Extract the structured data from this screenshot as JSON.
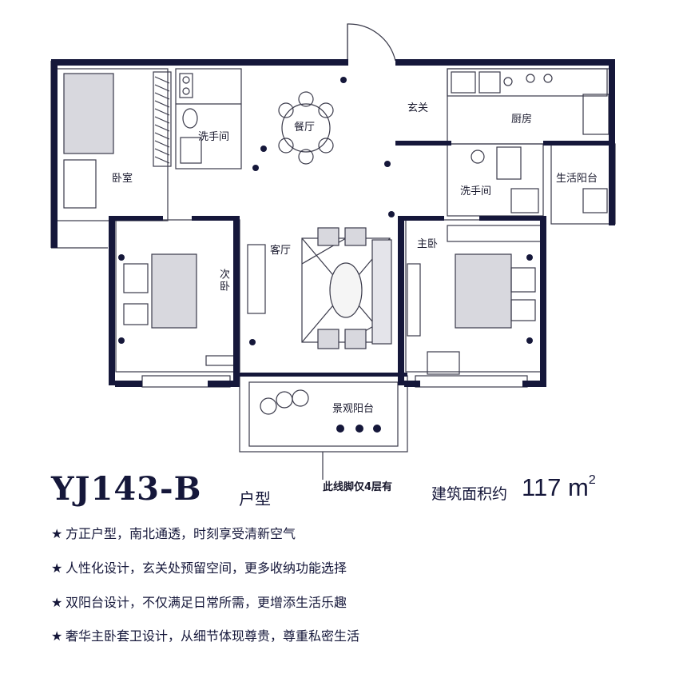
{
  "rooms": {
    "dining": "餐厅",
    "entrance": "玄关",
    "kitchen": "厨房",
    "washroom_left": "洗手间",
    "washroom_right": "洗手间",
    "bedroom": "卧室",
    "utility_balcony": "生活阳台",
    "living": "客厅",
    "master_bedroom": "主卧",
    "second_bedroom": "次卧",
    "view_balcony": "景观阳台"
  },
  "note": "此线脚仅4层有",
  "unit_type": {
    "code": "YJ143-B",
    "suffix": "户型"
  },
  "area": {
    "label": "建筑面积约",
    "value": "117",
    "unit": "m",
    "exponent": "2"
  },
  "features": [
    {
      "star": "★",
      "text": "方正户型，南北通透，时刻享受清新空气"
    },
    {
      "star": "★",
      "text": "人性化设计，玄关处预留空间，更多收纳功能选择"
    },
    {
      "star": "★",
      "text": "双阳台设计，不仅满足日常所需，更增添生活乐趣"
    },
    {
      "star": "★",
      "text": "奢华主卧套卫设计，从细节体现尊贵，尊重私密生活"
    }
  ],
  "colors": {
    "wall": "#15173a",
    "line": "#3a3a4a",
    "text": "#15173a"
  }
}
